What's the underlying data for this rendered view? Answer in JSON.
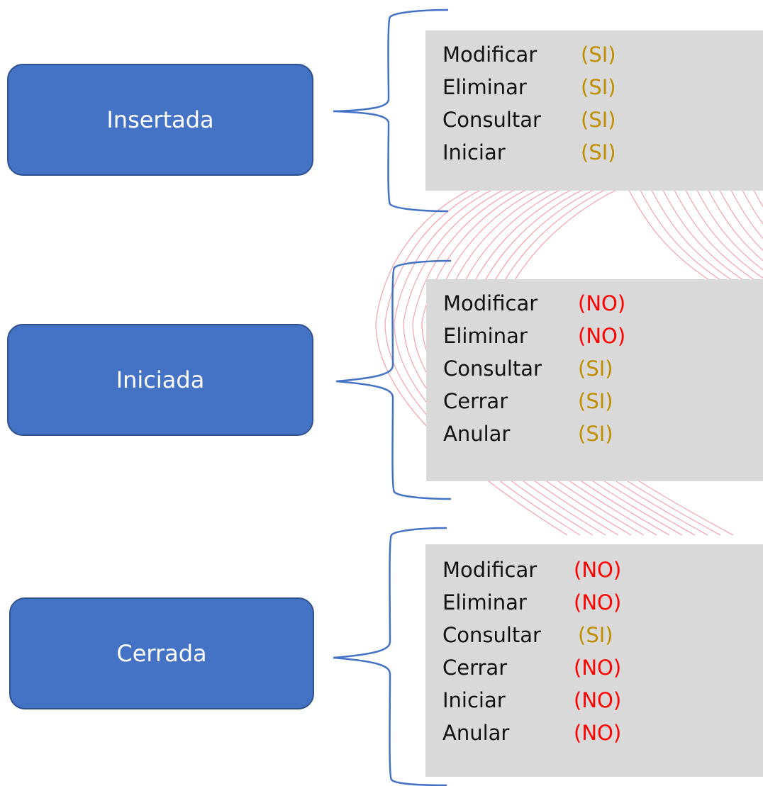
{
  "states": [
    {
      "label": "Insertada",
      "operations": [
        {
          "name": "Modificar",
          "value": "(SI)"
        },
        {
          "name": "Eliminar",
          "value": "(SI)"
        },
        {
          "name": "Consultar",
          "value": "(SI)"
        },
        {
          "name": "Iniciar",
          "value": "(SI)"
        }
      ]
    },
    {
      "label": "Iniciada",
      "operations": [
        {
          "name": "Modificar",
          "value": "(NO)"
        },
        {
          "name": "Eliminar",
          "value": "(NO)"
        },
        {
          "name": "Consultar",
          "value": "(SI)"
        },
        {
          "name": "Cerrar",
          "value": "(SI)"
        },
        {
          "name": "Anular",
          "value": "(SI)"
        }
      ]
    },
    {
      "label": "Cerrada",
      "operations": [
        {
          "name": "Modificar",
          "value": "(NO)"
        },
        {
          "name": "Eliminar",
          "value": "(NO)"
        },
        {
          "name": "Consultar",
          "value": "(SI)"
        },
        {
          "name": "Cerrar",
          "value": "(NO)"
        },
        {
          "name": "Iniciar",
          "value": "(NO)"
        },
        {
          "name": "Anular",
          "value": "(NO)"
        }
      ]
    }
  ],
  "colors": {
    "state_fill": "#4472c4",
    "state_border": "#2f528f",
    "panel_fill": "#d9d9d9",
    "bracket": "#4472c4",
    "si": "#bf8f00",
    "no": "#ff0000",
    "decoration": "#f4a8b4"
  }
}
